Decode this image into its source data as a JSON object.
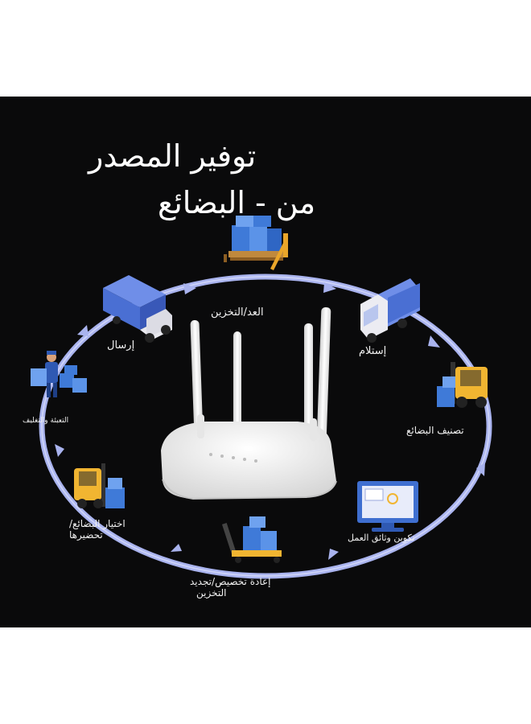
{
  "title": {
    "line1": "توفير المصدر",
    "line2": "من - البضائع"
  },
  "steps": [
    {
      "key": "counting-storage",
      "label": "العد/التخزين"
    },
    {
      "key": "receiving",
      "label": "إستلام"
    },
    {
      "key": "sorting",
      "label": "تصنيف البضائع"
    },
    {
      "key": "work-documents",
      "label": "تكوين وثائق العمل"
    },
    {
      "key": "reassign",
      "label_line1": "إعادة تخصيص/تجديد",
      "label_line2": "التخزين"
    },
    {
      "key": "picking",
      "label_line1": "اختيار البضائع/",
      "label_line2": "تحضيرها"
    },
    {
      "key": "packing",
      "label": "التعبئة والتغليف"
    },
    {
      "key": "shipping",
      "label": "إرسال"
    }
  ],
  "colors": {
    "background": "#0a0a0b",
    "cycle_ring": "#a9b3ee",
    "box_blue": "#3f7ad8",
    "truck_cab": "#e8e8ee",
    "forklift_yellow": "#f1b531",
    "router_white": "#f4f4f4"
  },
  "icons": [
    "router-icon",
    "truck-icon",
    "boxes-pallet-icon",
    "forklift-icon",
    "monitor-icon",
    "pallet-jack-icon",
    "worker-icon"
  ]
}
